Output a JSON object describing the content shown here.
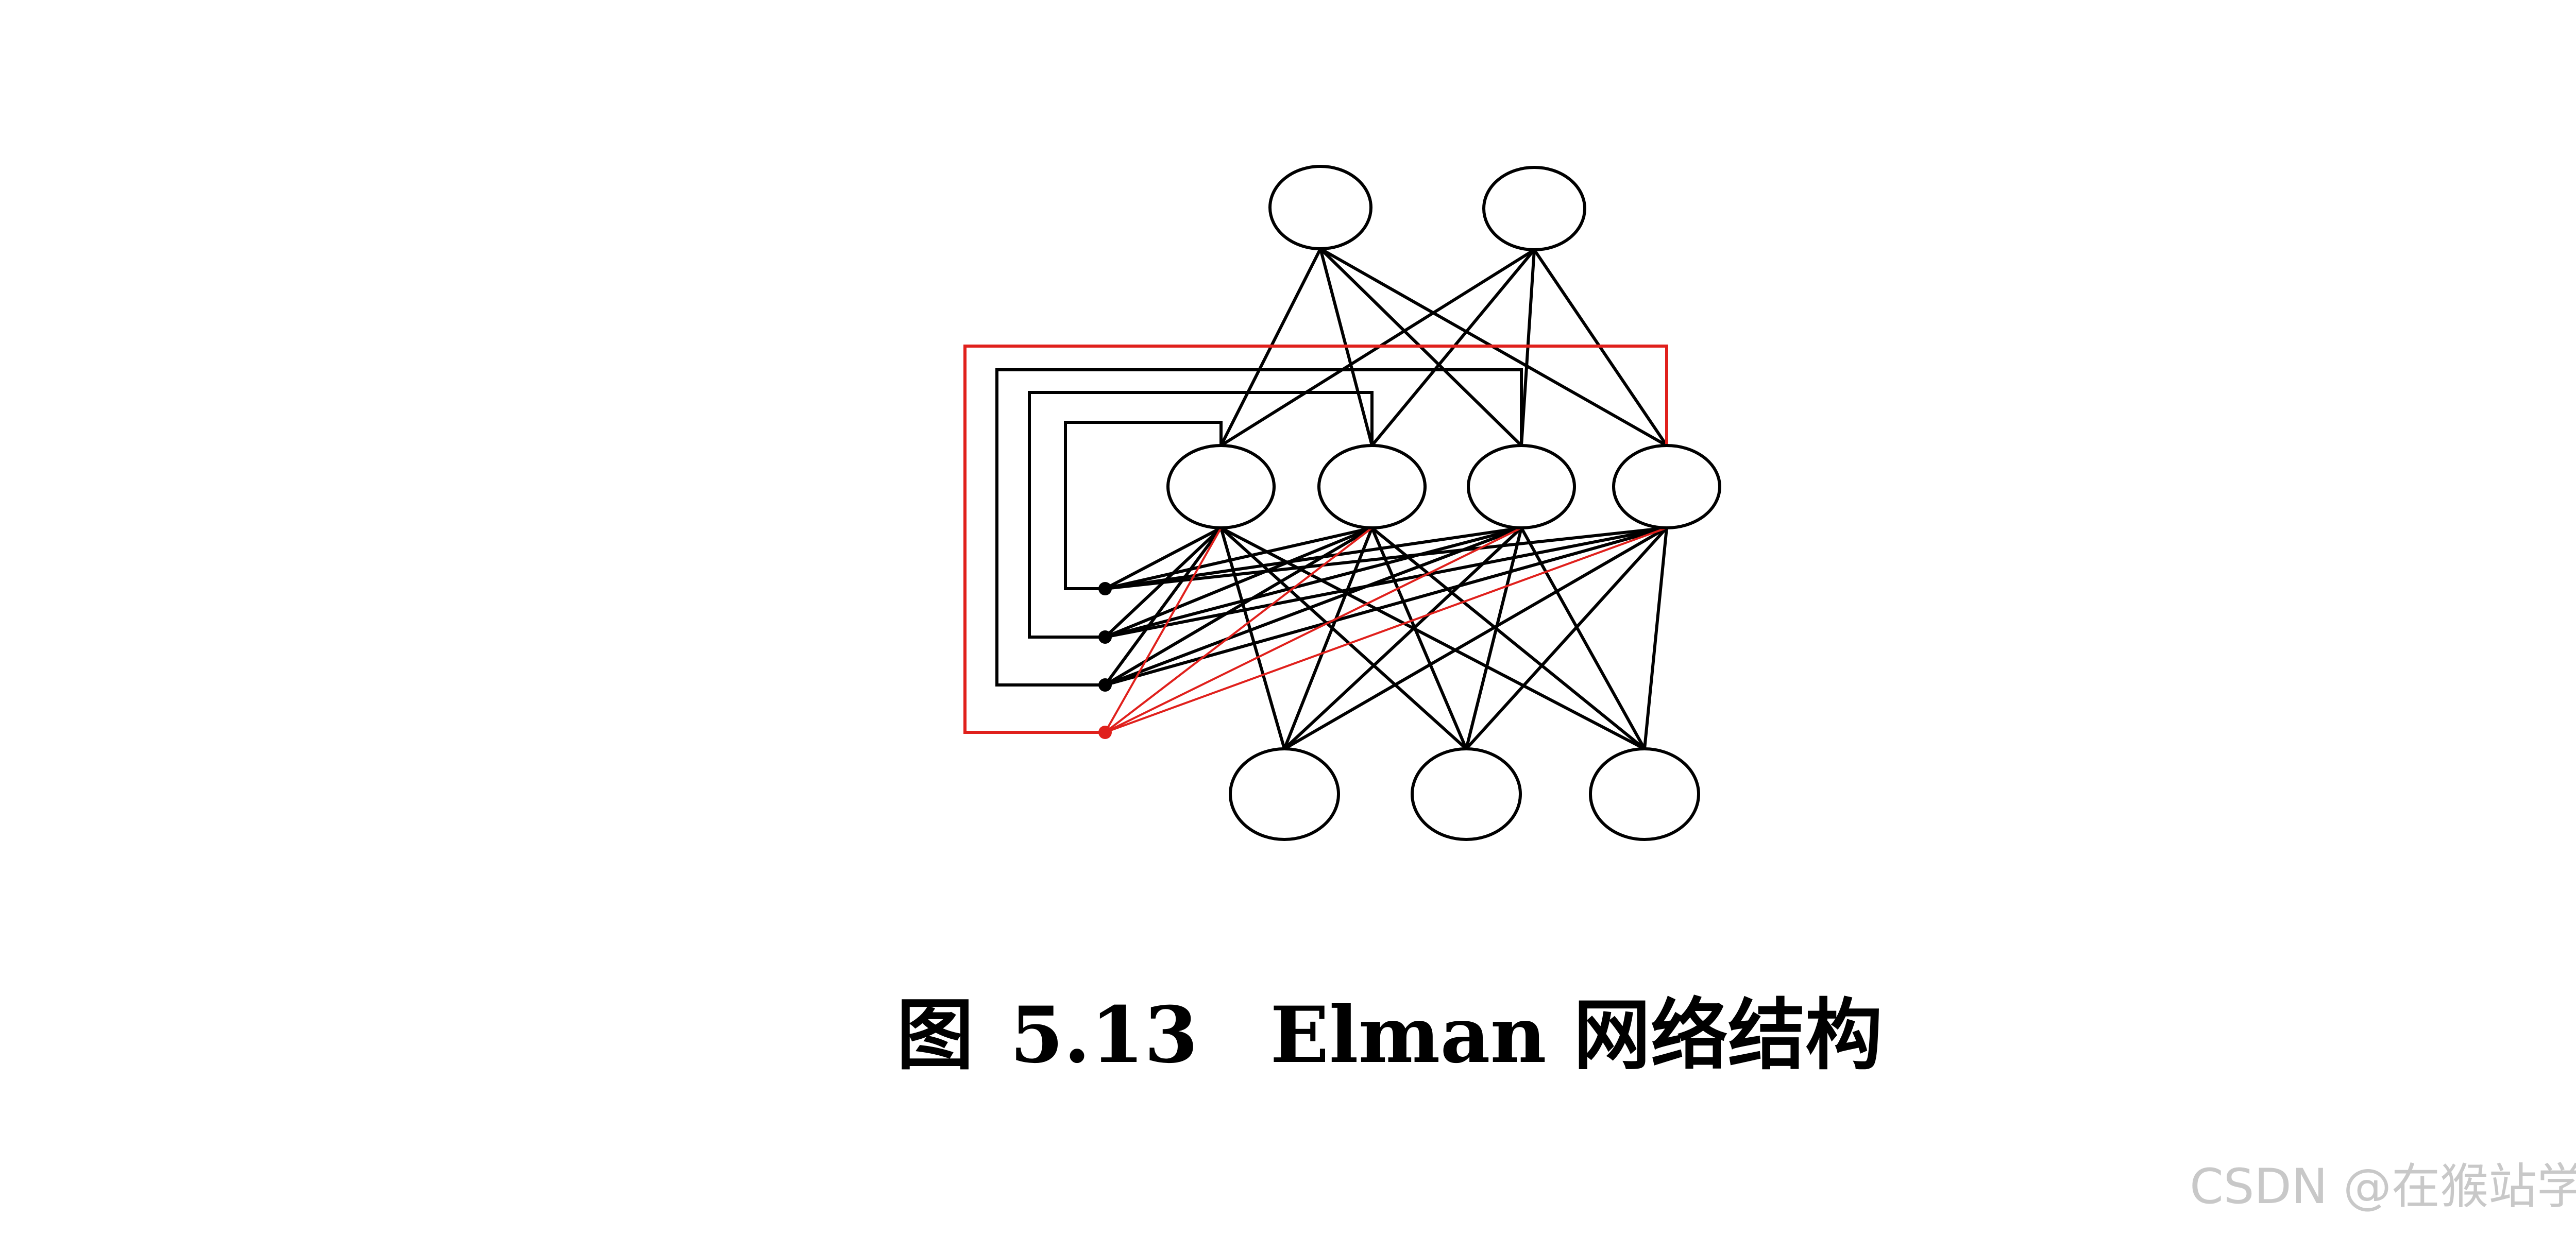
{
  "caption": {
    "figure_label": "图",
    "figure_number": "5.13",
    "title": "Elman 网络结构"
  },
  "watermark": "CSDN @在猴站学知识",
  "colors": {
    "line": "#000000",
    "context_line": "#e0201c",
    "watermark": "#c8c8c8"
  },
  "layers": {
    "output": {
      "count": 2
    },
    "hidden": {
      "count": 4
    },
    "input": {
      "count": 3
    },
    "context": {
      "count": 4
    }
  }
}
